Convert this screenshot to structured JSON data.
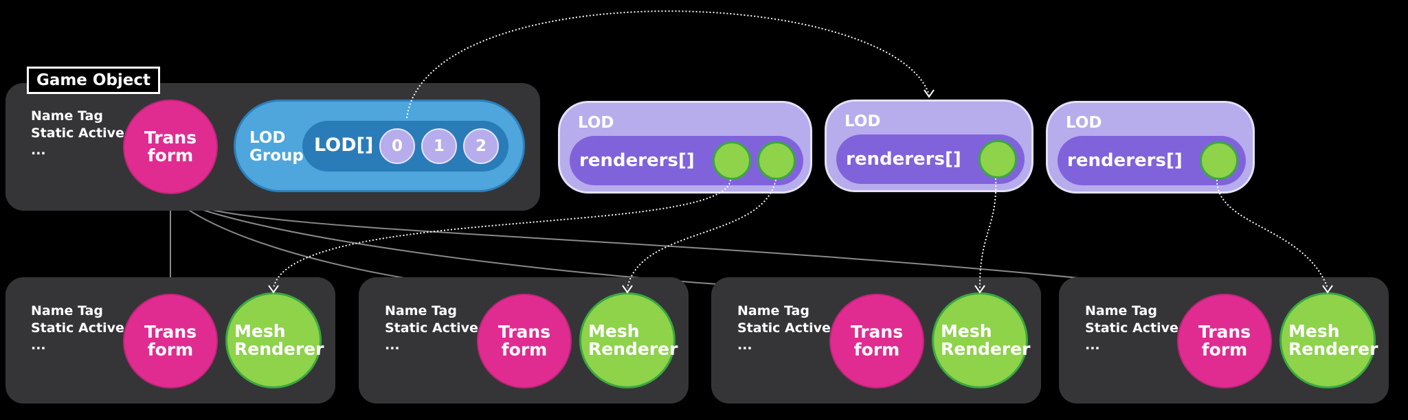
{
  "game_object": {
    "title": "Game Object",
    "info": [
      "Name Tag",
      "Static Active",
      "..."
    ],
    "transform_label": "Trans\nform",
    "lod_group": {
      "label": "LOD\nGroup",
      "array_label": "LOD[]",
      "indices": [
        "0",
        "1",
        "2"
      ]
    }
  },
  "lods": [
    {
      "title": "LOD",
      "renderers_label": "renderers[]",
      "slot_count": 2
    },
    {
      "title": "LOD",
      "renderers_label": "renderers[]",
      "slot_count": 1
    },
    {
      "title": "LOD",
      "renderers_label": "renderers[]",
      "slot_count": 1
    }
  ],
  "children": [
    {
      "info": [
        "Name Tag",
        "Static Active",
        "..."
      ],
      "transform_label": "Trans\nform",
      "mesh_label": "Mesh\nRenderer"
    },
    {
      "info": [
        "Name Tag",
        "Static Active",
        "..."
      ],
      "transform_label": "Trans\nform",
      "mesh_label": "Mesh\nRenderer"
    },
    {
      "info": [
        "Name Tag",
        "Static Active",
        "..."
      ],
      "transform_label": "Trans\nform",
      "mesh_label": "Mesh\nRenderer"
    },
    {
      "info": [
        "Name Tag",
        "Static Active",
        "..."
      ],
      "transform_label": "Trans\nform",
      "mesh_label": "Mesh\nRenderer"
    }
  ],
  "colors": {
    "background": "#000000",
    "panel": "#353538",
    "transform": "#e02c91",
    "mesh_renderer": "#8ed34a",
    "lod_group": "#4ea6dc",
    "lod_card": "#b7acec",
    "renderers_array": "#8063db",
    "hierarchy_line": "#8a8a8a",
    "reference_line": "#ffffff"
  }
}
